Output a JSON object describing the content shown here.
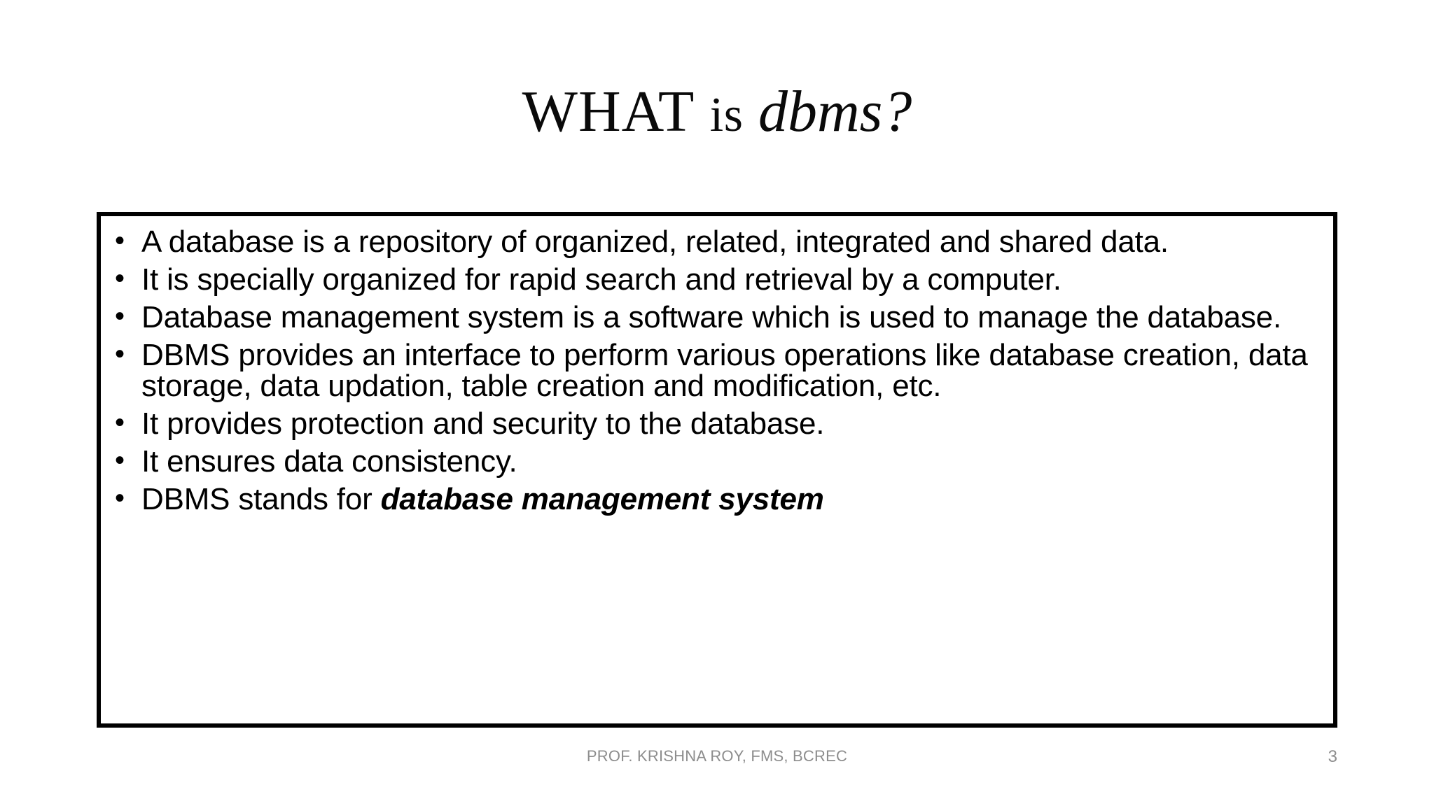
{
  "slide": {
    "title": {
      "part_upright": "WHAT",
      "part_small": "is",
      "part_italic": "dbms?",
      "full_text": "WHAT is dbms?"
    },
    "body": {
      "bullet_glyph": "•",
      "bullets": [
        {
          "text": "A database is a repository of organized, related, integrated and shared data.",
          "emphasis": ""
        },
        {
          "text": "It is specially organized for rapid search and retrieval by a computer.",
          "emphasis": ""
        },
        {
          "text": "Database management system is a software which is used to manage the database.",
          "emphasis": ""
        },
        {
          "text": "DBMS provides an interface to perform various operations like database creation, data storage, data updation,   table creation and modification, etc.",
          "emphasis": ""
        },
        {
          "text": "It provides protection and security to the database.",
          "emphasis": ""
        },
        {
          "text": "It ensures data consistency.",
          "emphasis": ""
        },
        {
          "text": "DBMS stands for ",
          "emphasis": "database management system"
        }
      ]
    },
    "footer": {
      "note": "PROF. KRISHNA ROY, FMS, BCREC",
      "page_number": "3"
    },
    "colors": {
      "background": "#ffffff",
      "text": "#000000",
      "border": "#000000",
      "footer_text": "#8d8d8d"
    }
  }
}
